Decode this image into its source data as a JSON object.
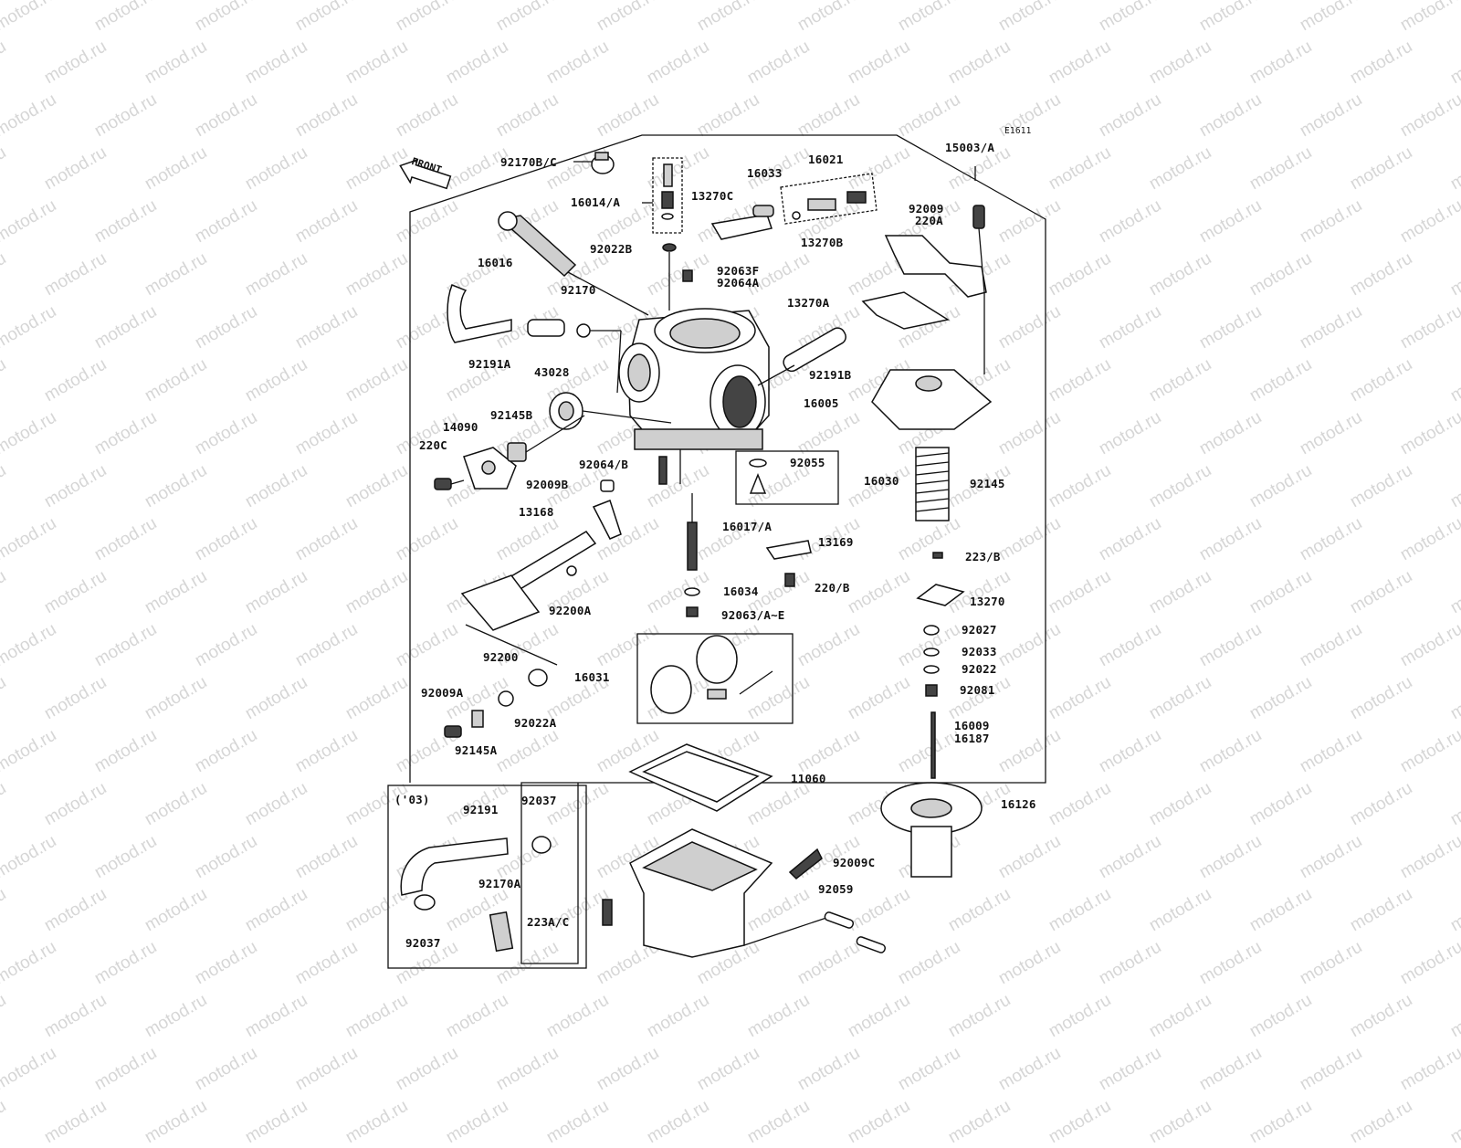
{
  "diagram": {
    "code": "E1611",
    "front_label": "FRONT",
    "assembly_label": "15003/A",
    "variant_label": "('03)",
    "watermark": "motod.ru"
  },
  "parts": {
    "p92170BC": "92170B/C",
    "p16014A": "16014/A",
    "p92022B": "92022B",
    "p16016": "16016",
    "p92170": "92170",
    "p92191A": "92191A",
    "p43028": "43028",
    "p14090": "14090",
    "p92145B": "92145B",
    "p220C": "220C",
    "p92064B": "92064/B",
    "p92009B": "92009B",
    "p13168": "13168",
    "p92200A": "92200A",
    "p92200": "92200",
    "p92009A": "92009A",
    "p92022A": "92022A",
    "p92145A": "92145A",
    "p16031": "16031",
    "p13270C": "13270C",
    "p16033": "16033",
    "p16021": "16021",
    "p92063F": "92063F",
    "p92064A": "92064A",
    "p92009": "92009",
    "p220A": "220A",
    "p13270B": "13270B",
    "p13270A": "13270A",
    "p92191B": "92191B",
    "p16005": "16005",
    "p92055": "92055",
    "p16030": "16030",
    "p92145": "92145",
    "p16017A": "16017/A",
    "p13169": "13169",
    "p220B": "220/B",
    "p16034": "16034",
    "p92063AE": "92063/A~E",
    "p223B": "223/B",
    "p13270": "13270",
    "p92027": "92027",
    "p92033": "92033",
    "p92022": "92022",
    "p92081": "92081",
    "p16009": "16009",
    "p16187": "16187",
    "p11060": "11060",
    "p16126": "16126",
    "p92009C": "92009C",
    "p92059": "92059",
    "p223AC": "223A/C",
    "p92191": "92191",
    "p92037a": "92037",
    "p92170A": "92170A",
    "p92037b": "92037"
  }
}
